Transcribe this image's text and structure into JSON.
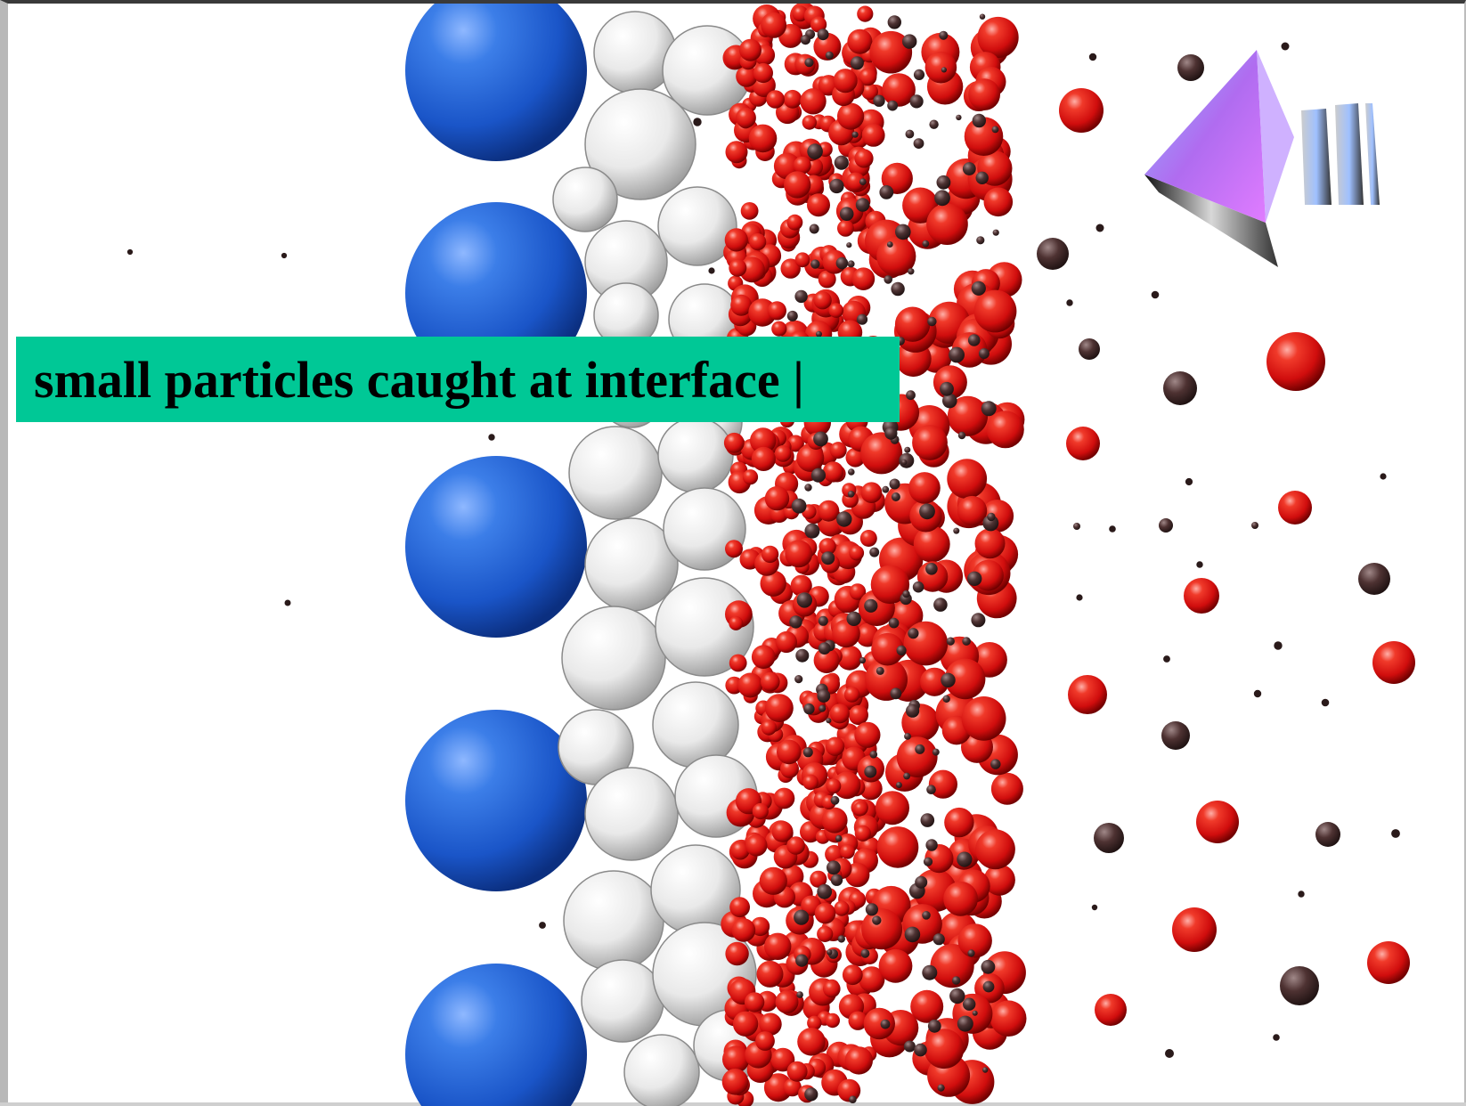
{
  "caption": {
    "text": "small particles caught at interface |"
  },
  "colors": {
    "caption_bg": "#00c896",
    "collector_grain": "#1f5fcf",
    "filter_cake_particle": "#e8e8e8",
    "captured_particle": "#e01010",
    "fine_particle": "#4a3030",
    "flow_arrow": "#b04ce0"
  },
  "diagram": {
    "elements": [
      "collector-grain",
      "filter-cake-particle",
      "captured-particle",
      "fine-particle",
      "flow-direction-arrow"
    ],
    "flow_direction": "right-to-left"
  }
}
